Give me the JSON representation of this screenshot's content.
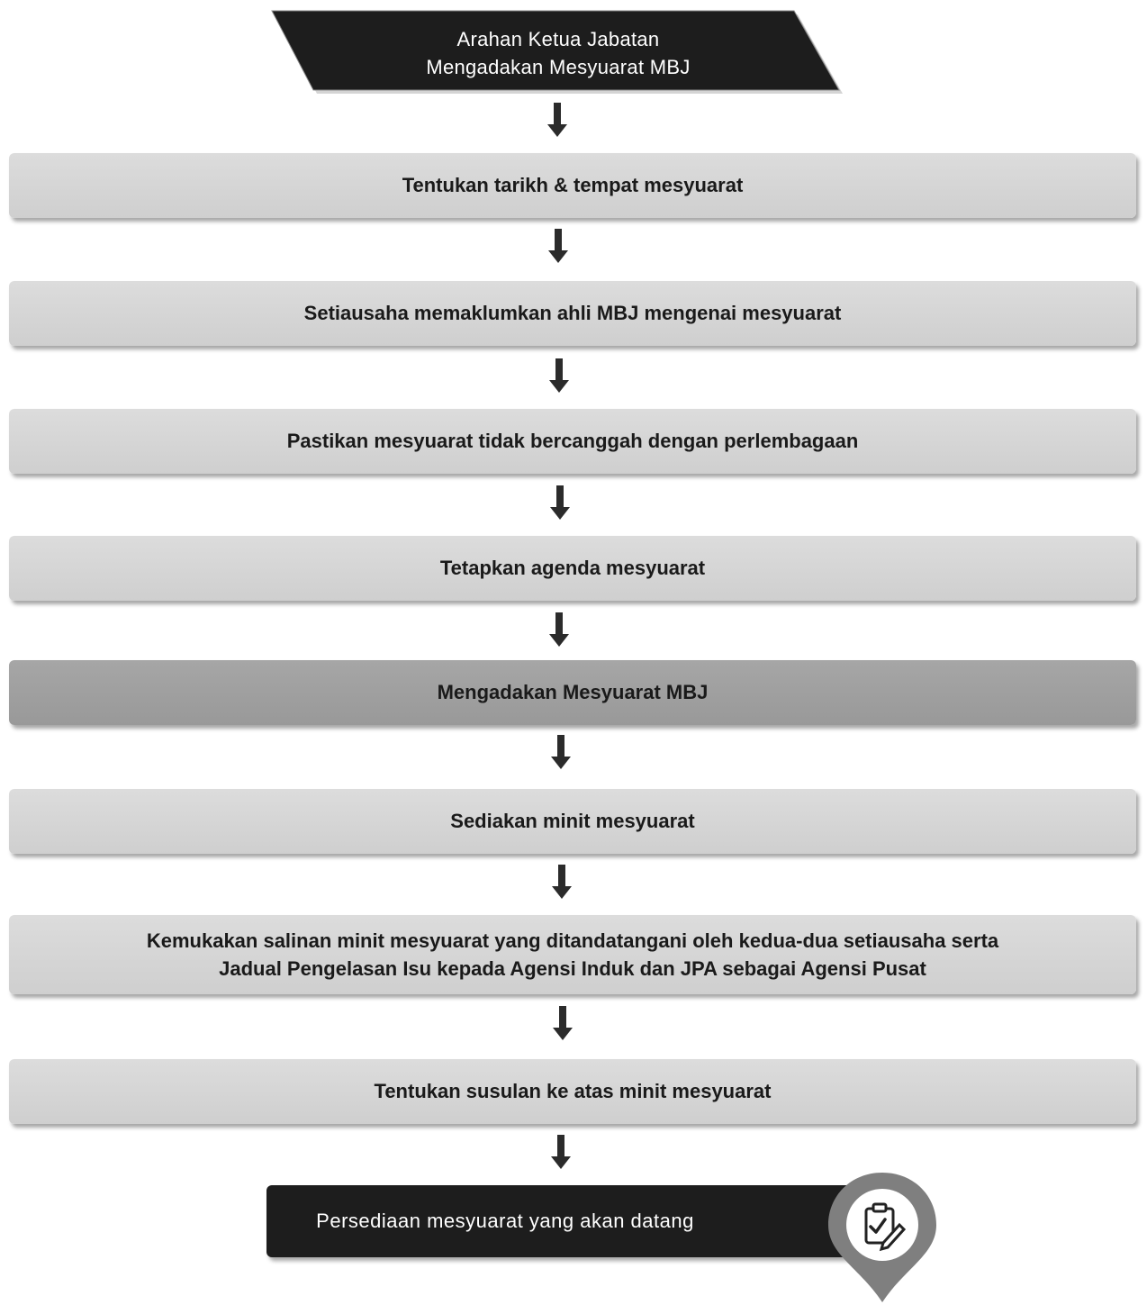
{
  "start": {
    "line1": "Arahan Ketua Jabatan",
    "line2": "Mengadakan Mesyuarat MBJ"
  },
  "steps": [
    {
      "label": "Tentukan tarikh & tempat mesyuarat"
    },
    {
      "label": "Setiausaha memaklumkan ahli MBJ mengenai mesyuarat"
    },
    {
      "label": "Pastikan mesyuarat tidak bercanggah dengan perlembagaan"
    },
    {
      "label": "Tetapkan agenda mesyuarat"
    },
    {
      "label": "Mengadakan Mesyuarat MBJ"
    },
    {
      "label": "Sediakan minit mesyuarat"
    },
    {
      "line1": "Kemukakan salinan minit mesyuarat yang ditandatangani oleh kedua-dua setiausaha serta",
      "line2": "Jadual Pengelasan Isu kepada Agensi Induk dan JPA sebagai Agensi Pusat"
    },
    {
      "label": "Tentukan susulan ke atas minit mesyuarat"
    }
  ],
  "end": {
    "label": "Persediaan mesyuarat yang akan datang",
    "icon": "clipboard-check-icon"
  },
  "colors": {
    "dark": "#1d1d1d",
    "step": "#d6d6d6",
    "highlight": "#a0a0a0",
    "arrow": "#2b2b2b"
  }
}
